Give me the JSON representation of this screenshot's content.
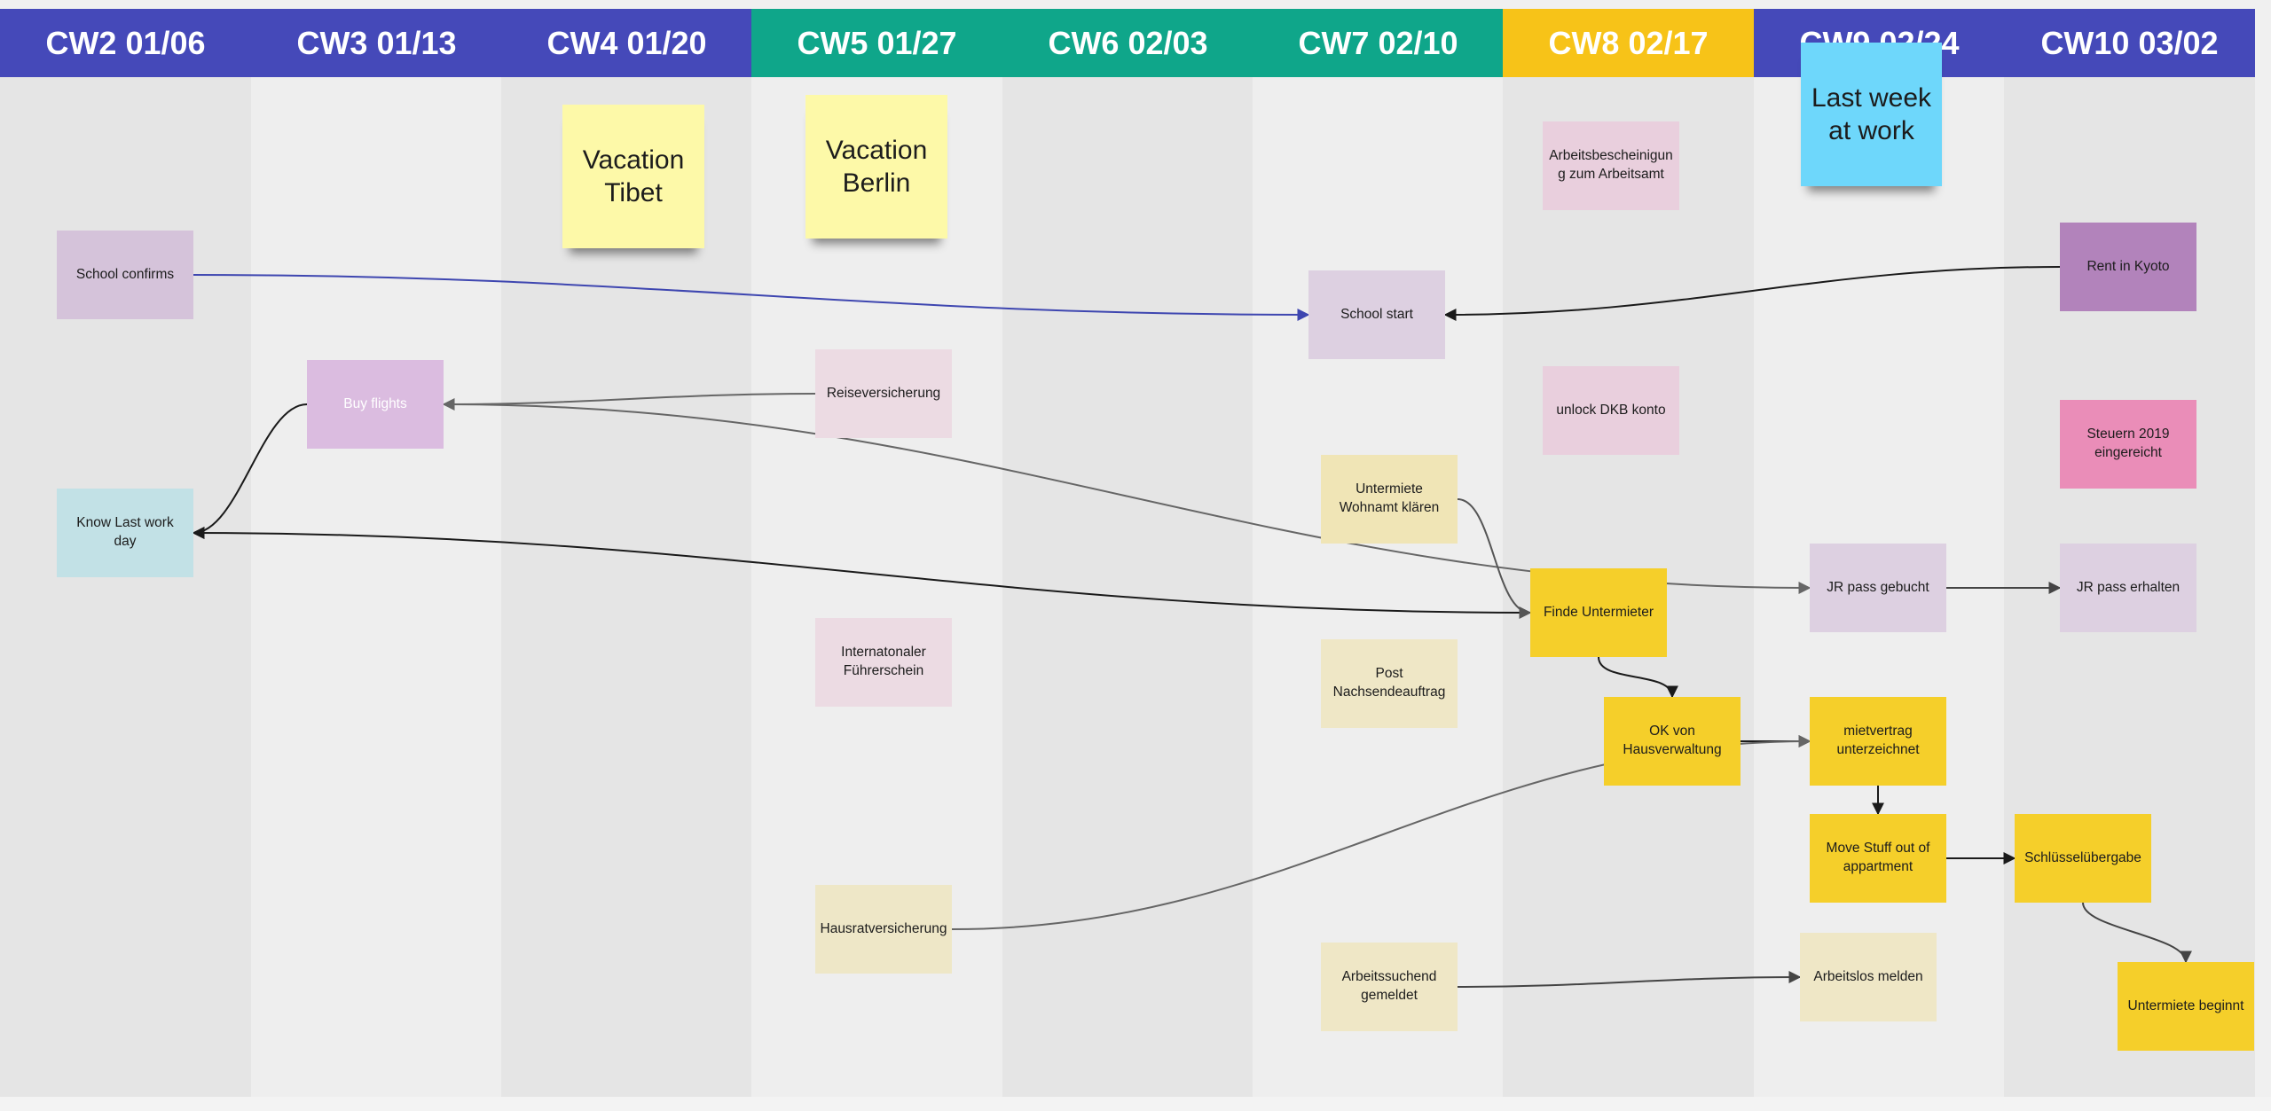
{
  "columns": [
    {
      "label": "CW2 01/06",
      "color": "#4549b9"
    },
    {
      "label": "CW3 01/13",
      "color": "#4549b9"
    },
    {
      "label": "CW4 01/20",
      "color": "#4549b9"
    },
    {
      "label": "CW5 01/27",
      "color": "#0fa68a"
    },
    {
      "label": "CW6 02/03",
      "color": "#0fa68a"
    },
    {
      "label": "CW7 02/10",
      "color": "#0fa68a"
    },
    {
      "label": "CW8 02/17",
      "color": "#f7c318"
    },
    {
      "label": "CW9 02/24",
      "color": "#4549b9"
    },
    {
      "label": "CW10 03/02",
      "color": "#4549b9"
    }
  ],
  "stickies": {
    "vacation_tibet": {
      "text": "Vacation Tibet",
      "color": "#fdf9a8"
    },
    "vacation_berlin": {
      "text": "Vacation Berlin",
      "color": "#fdf9a8"
    },
    "last_week": {
      "text": "Last week at work",
      "color": "#6ed7fb"
    }
  },
  "notes": {
    "school_confirms": {
      "text": "School confirms",
      "color": "#d5c3da"
    },
    "buy_flights": {
      "text": "Buy flights",
      "color": "#dbbce0"
    },
    "know_last_work_day": {
      "text": "Know Last work day",
      "color": "#c2e1e6"
    },
    "reiseversicherung": {
      "text": "Reiseversicherung",
      "color": "#ecdbe3"
    },
    "internationaler_fuehrerschein": {
      "text": "Internatonaler Führerschein",
      "color": "#ecdbe3"
    },
    "hausratversicherung": {
      "text": "Hausratversicherung",
      "color": "#eee7c7"
    },
    "school_start": {
      "text": "School start",
      "color": "#ddd0e1"
    },
    "untermiete_wohnamt": {
      "text": "Untermiete Wohnamt klären",
      "color": "#f0e5b6"
    },
    "post_nachsendeauftrag": {
      "text": "Post Nachsendeauftrag",
      "color": "#efe7c6"
    },
    "arbeitssuchend": {
      "text": "Arbeitssuchend gemeldet",
      "color": "#efe7c6"
    },
    "arbeitsbescheinigung": {
      "text": "Arbeitsbescheinigun g zum Arbeitsamt",
      "color": "#e9cfdd"
    },
    "unlock_dkb": {
      "text": "unlock DKB konto",
      "color": "#e9cfdd"
    },
    "finde_untermieter": {
      "text": "Finde Untermieter",
      "color": "#f5cf2a"
    },
    "ok_von_hausverwaltung": {
      "text": "OK von Hausverwaltung",
      "color": "#f5cf2a"
    },
    "jr_pass_gebucht": {
      "text": "JR pass gebucht",
      "color": "#ddd0e1"
    },
    "mietvertrag": {
      "text": "mietvertrag unterzeichnet",
      "color": "#f5cf2a"
    },
    "move_stuff": {
      "text": "Move Stuff out of appartment",
      "color": "#f5cf2a"
    },
    "arbeitslos_melden": {
      "text": "Arbeitslos melden",
      "color": "#efe7c6"
    },
    "rent_in_kyoto": {
      "text": "Rent in Kyoto",
      "color": "#b283bb"
    },
    "steuern_2019": {
      "text": "Steuern 2019 eingereicht",
      "color": "#ea8db8"
    },
    "jr_pass_erhalten": {
      "text": "JR pass erhalten",
      "color": "#ddd0e1"
    },
    "schluesseluebergabe": {
      "text": "Schlüsselübergabe",
      "color": "#f5cf2a"
    },
    "untermiete_beginnt": {
      "text": "Untermiete beginnt",
      "color": "#f5cf2a"
    }
  },
  "links": [
    {
      "from": "school_confirms",
      "to": "school_start",
      "color": "#3e46b0"
    },
    {
      "from": "rent_in_kyoto",
      "to": "school_start",
      "color": "#1a1a1a"
    },
    {
      "from": "reiseversicherung",
      "to": "buy_flights",
      "color": "#666666"
    },
    {
      "from": "buy_flights",
      "to": "know_last_work_day",
      "color": "#1a1a1a"
    },
    {
      "from": "finde_untermieter",
      "to": "know_last_work_day",
      "color": "#1a1a1a"
    },
    {
      "from": "buy_flights",
      "to": "jr_pass_gebucht",
      "color": "#666666"
    },
    {
      "from": "untermiete_wohnamt",
      "to": "finde_untermieter",
      "color": "#555555"
    },
    {
      "from": "finde_untermieter",
      "to": "ok_von_hausverwaltung",
      "color": "#1a1a1a"
    },
    {
      "from": "ok_von_hausverwaltung",
      "to": "mietvertrag",
      "color": "#1a1a1a"
    },
    {
      "from": "hausratversicherung",
      "to": "mietvertrag",
      "color": "#666666"
    },
    {
      "from": "mietvertrag",
      "to": "move_stuff",
      "color": "#1a1a1a"
    },
    {
      "from": "move_stuff",
      "to": "schluesseluebergabe",
      "color": "#1a1a1a"
    },
    {
      "from": "schluesseluebergabe",
      "to": "untermiete_beginnt",
      "color": "#444444"
    },
    {
      "from": "jr_pass_gebucht",
      "to": "jr_pass_erhalten",
      "color": "#444444"
    },
    {
      "from": "arbeitssuchend",
      "to": "arbeitslos_melden",
      "color": "#444444"
    }
  ]
}
